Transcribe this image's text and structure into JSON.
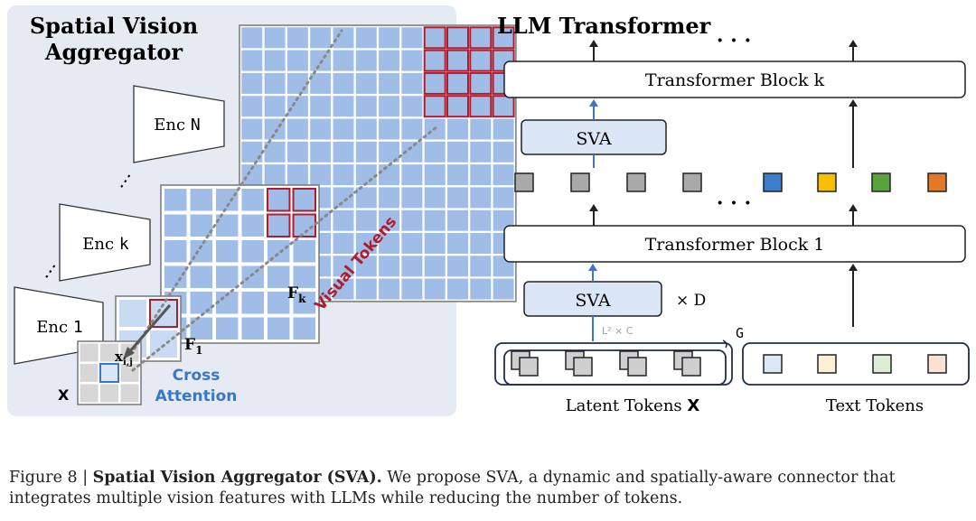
{
  "left": {
    "title_line1": "Spatial Vision",
    "title_line2": "Aggregator",
    "enc_n": "Enc",
    "enc_n_suffix": "N",
    "enc_k": "Enc",
    "enc_k_suffix": "k",
    "enc_1": "Enc",
    "enc_1_suffix": "1",
    "feat_k": "F",
    "feat_k_sub": "k",
    "feat_1": "F",
    "feat_1_sub": "1",
    "x_label": "X",
    "xij_label": "x",
    "xij_sub": "i,j",
    "cross_attention_line1": "Cross",
    "cross_attention_line2": "Attention",
    "visual_tokens": "Visual Tokens",
    "dots": "⋮"
  },
  "right": {
    "title": "LLM Transformer",
    "block_k": "Transformer Block k",
    "block_1": "Transformer Block 1",
    "sva_top": "SVA",
    "sva_bottom": "SVA",
    "times_d": "× D",
    "l2c": "L² × C",
    "g_label": "G",
    "latent_label": "Latent Tokens",
    "latent_label_bold": "X",
    "text_label": "Text Tokens",
    "ellipsis": "· · ·"
  },
  "caption": {
    "prefix": "Figure 8 | ",
    "bold": "Spatial Vision Aggregator (SVA).",
    "rest": " We propose SVA, a dynamic and spatially-aware connector that integrates multiple vision features with LLMs while reducing the number of tokens."
  },
  "colors": {
    "panel_bg": "#e6ebf3",
    "grid_cell": "#9fbde6",
    "grid_cell_light": "#c9dbf2",
    "highlight_red": "#b01c2e",
    "sva_fill": "#dbe7f7",
    "accent_blue": "#3a77c4",
    "token_gray": "#a9a9a9",
    "token_blue": "#3d7cc9",
    "token_yellow": "#f5c000",
    "token_green": "#5aa23c",
    "token_orange": "#e07a28",
    "text_token_blue": "#dbe8f7",
    "text_token_yellow": "#fbf1d4",
    "text_token_green": "#dcefd6",
    "text_token_orange": "#fbe2d4"
  }
}
